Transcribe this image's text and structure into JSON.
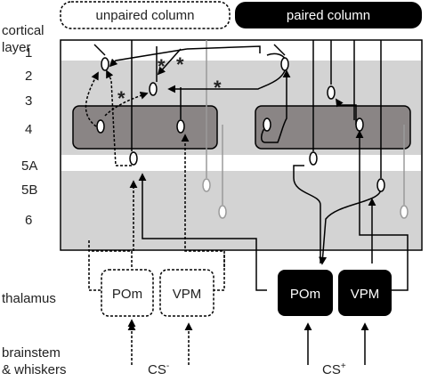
{
  "header": {
    "unpaired_label": "unpaired column",
    "paired_label": "paired column"
  },
  "axis": {
    "title_line1": "cortical",
    "title_line2": "layer",
    "layers": [
      "1",
      "2",
      "3",
      "4",
      "5A",
      "5B",
      "6"
    ]
  },
  "regions": {
    "thalamus": "thalamus",
    "brainstem_line1": "brainstem",
    "brainstem_line2": "& whiskers"
  },
  "nuclei": {
    "unpaired_pom": "POm",
    "unpaired_vpm": "VPM",
    "paired_pom": "POm",
    "paired_vpm": "VPM"
  },
  "stimuli": {
    "cs_minus": "CS",
    "cs_minus_sup": "-",
    "cs_plus": "CS",
    "cs_plus_sup": "+"
  },
  "marks": {
    "asterisk": "*"
  },
  "colors": {
    "layer_band": "#d3d3d3",
    "barrel_fill": "#8a8585",
    "paired_fill": "#000000",
    "faded_neuron": "#9a9a9a"
  }
}
